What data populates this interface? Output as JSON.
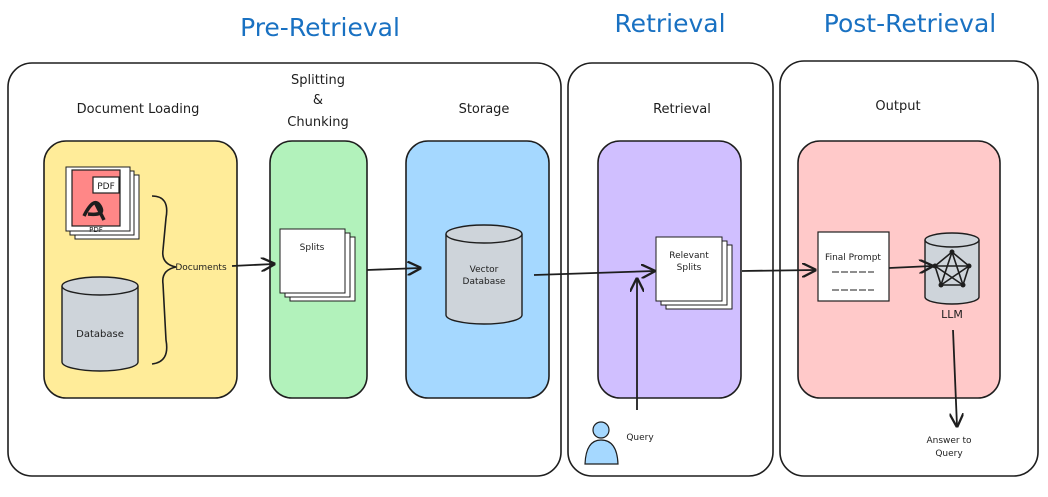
{
  "phases": {
    "pre_retrieval": "Pre-Retrieval",
    "retrieval": "Retrieval",
    "post_retrieval": "Post-Retrieval"
  },
  "stages": {
    "document_loading": "Document Loading",
    "splitting_line1": "Splitting",
    "splitting_line2": "&",
    "splitting_line3": "Chunking",
    "storage": "Storage",
    "retrieval": "Retrieval",
    "output": "Output"
  },
  "nodes": {
    "pdf_badge": "PDF",
    "pdf_caption": "PDF",
    "database": "Database",
    "documents": "Documents",
    "splits": "Splits",
    "vector_db_line1": "Vector",
    "vector_db_line2": "Database",
    "relevant_line1": "Relevant",
    "relevant_line2": "Splits",
    "final_prompt": "Final Prompt",
    "llm": "LLM",
    "query": "Query",
    "answer_line1": "Answer to",
    "answer_line2": "Query"
  },
  "colors": {
    "phase_text": "#1971c2",
    "loading_fill": "#ffec99",
    "splitting_fill": "#b2f2bb",
    "storage_fill": "#a5d8ff",
    "retrieval_fill": "#d0bfff",
    "output_fill": "#ffc9c9",
    "cylinder_fill": "#ced4da",
    "pdf_red": "#e03131",
    "user_fill": "#a5d8ff"
  },
  "icons": [
    "pdf-icon",
    "database-icon",
    "vector-database-icon",
    "llm-icon",
    "user-icon"
  ]
}
